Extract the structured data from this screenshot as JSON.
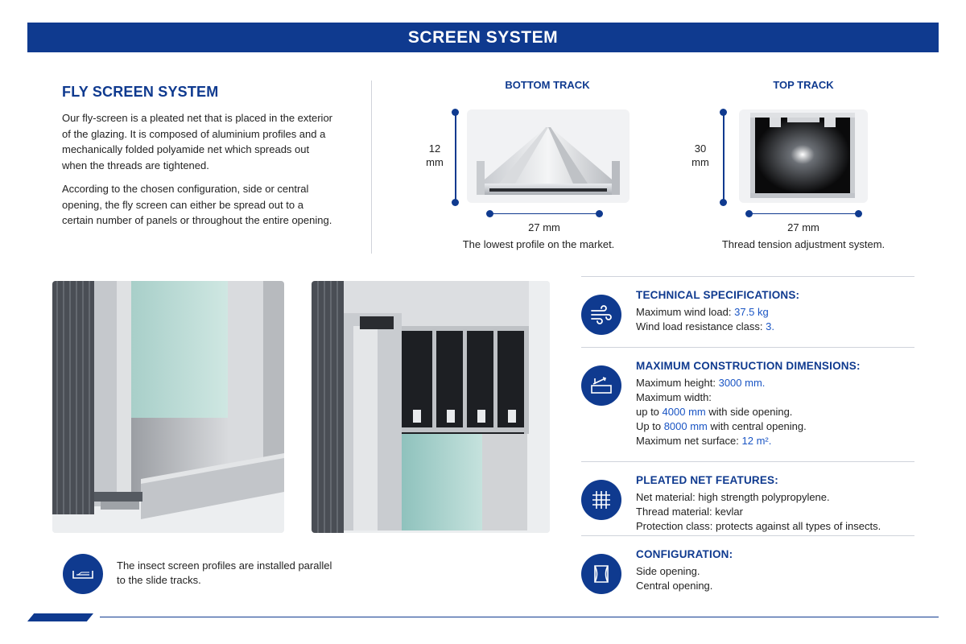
{
  "header": {
    "title": "SCREEN SYSTEM"
  },
  "intro": {
    "title": "FLY SCREEN SYSTEM",
    "paragraphs": [
      "Our fly-screen is a pleated net that is placed in the exterior of the glazing. It is composed of aluminium profiles and a mechanically folded polyamide net which spreads out when the threads are tightened.",
      "According to the chosen configuration, side or central opening, the fly screen can either be spread out to a certain number of panels or throughout the entire opening."
    ]
  },
  "tracks": [
    {
      "title": "BOTTOM TRACK",
      "height_label_value": "12",
      "height_label_unit": "mm",
      "width_label": "27 mm",
      "caption": "The lowest profile on the market."
    },
    {
      "title": "TOP TRACK",
      "height_label_value": "30",
      "height_label_unit": "mm",
      "width_label": "27 mm",
      "caption": "Thread tension adjustment system."
    }
  ],
  "note": {
    "icon": "profile-track-icon",
    "text": "The insect screen profiles are installed parallel to the slide tracks."
  },
  "specs": [
    {
      "icon": "wind-icon",
      "title": "TECHNICAL SPECIFICATIONS:",
      "lines": [
        [
          {
            "t": "Maximum wind load: "
          },
          {
            "t": "37.5 kg",
            "hl": true
          }
        ],
        [
          {
            "t": "Wind load resistance class: "
          },
          {
            "t": "3.",
            "hl": true
          }
        ]
      ]
    },
    {
      "icon": "dimensions-icon",
      "title": "MAXIMUM CONSTRUCTION DIMENSIONS:",
      "lines": [
        [
          {
            "t": "Maximum height: "
          },
          {
            "t": "3000 mm.",
            "hl": true
          }
        ],
        [
          {
            "t": "Maximum width:"
          }
        ],
        [
          {
            "t": "up to "
          },
          {
            "t": "4000 mm",
            "hl": true
          },
          {
            "t": " with side opening."
          }
        ],
        [
          {
            "t": "Up to "
          },
          {
            "t": "8000 mm",
            "hl": true
          },
          {
            "t": " with central opening."
          }
        ],
        [
          {
            "t": "Maximum net surface: "
          },
          {
            "t": "12 m².",
            "hl": true
          }
        ]
      ]
    },
    {
      "icon": "net-grid-icon",
      "title": "PLEATED NET FEATURES:",
      "lines": [
        [
          {
            "t": "Net material: high strength polypropylene."
          }
        ],
        [
          {
            "t": "Thread material: kevlar"
          }
        ],
        [
          {
            "t": "Protection class: protects against all types of insects."
          }
        ]
      ]
    },
    {
      "icon": "configuration-icon",
      "title": "CONFIGURATION:",
      "lines": [
        [
          {
            "t": "Side opening."
          }
        ],
        [
          {
            "t": "Central opening."
          }
        ]
      ]
    }
  ],
  "colors": {
    "brand": "#0f3a8f",
    "highlight": "#1a55c4"
  }
}
